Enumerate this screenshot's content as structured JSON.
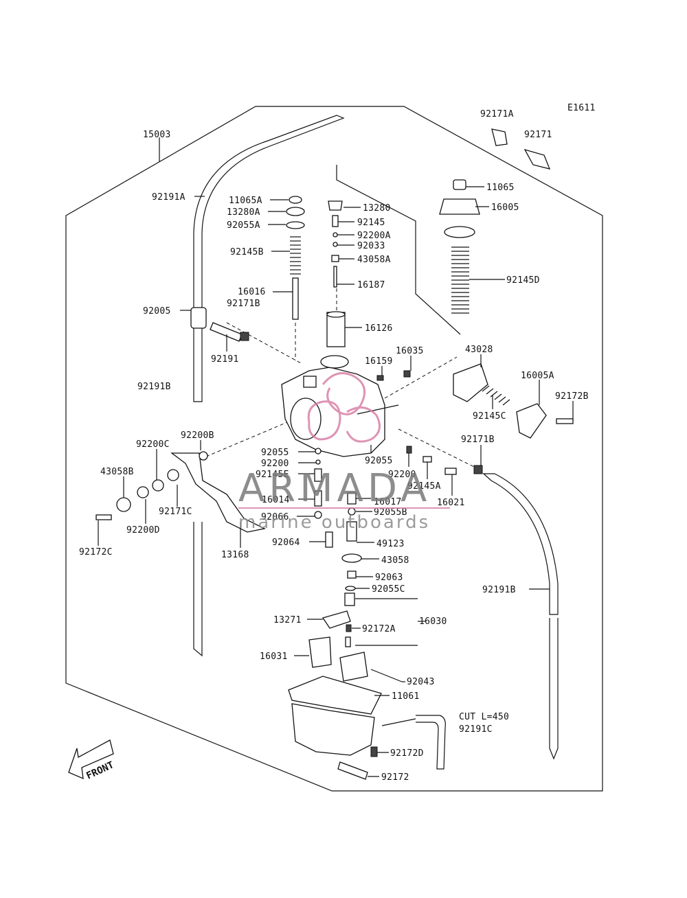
{
  "diagram_code": "E1611",
  "watermark": {
    "brand": "ARMADA",
    "tagline": "marine outboards"
  },
  "front_label": "FRONT",
  "cut_note": "CUT L=450",
  "labels": {
    "l15003": "15003",
    "l92171A": "92171A",
    "l92171": "92171",
    "l92191A": "92191A",
    "l11065A": "11065A",
    "l13280A": "13280A",
    "l92055A": "92055A",
    "l92145B": "92145B",
    "l16016": "16016",
    "l92171B_top": "92171B",
    "l92005": "92005",
    "l92191": "92191",
    "l92191B_left": "92191B",
    "l13280": "13280",
    "l92145": "92145",
    "l92200A": "92200A",
    "l92033": "92033",
    "l43058A": "43058A",
    "l16187": "16187",
    "l16126": "16126",
    "l11065": "11065",
    "l16005": "16005",
    "l92145D": "92145D",
    "l16035": "16035",
    "l16159": "16159",
    "l43028": "43028",
    "l16005A": "16005A",
    "l92172B": "92172B",
    "l92145C": "92145C",
    "l92200B": "92200B",
    "l92200C": "92200C",
    "l43058B": "43058B",
    "l92055_l": "92055",
    "l92200_l": "92200",
    "l92145E": "92145E",
    "l92055_r": "92055",
    "l92171B_r": "92171B",
    "l92200_r": "92200",
    "l92145A": "92145A",
    "l16021": "16021",
    "l16014": "16014",
    "l16017": "16017",
    "l92055B": "92055B",
    "l92066": "92066",
    "l92171C": "92171C",
    "l92200D": "92200D",
    "l92172C": "92172C",
    "l13168": "13168",
    "l92064": "92064",
    "l49123": "49123",
    "l43058": "43058",
    "l92063": "92063",
    "l92055C": "92055C",
    "l92191B_right": "92191B",
    "l13271": "13271",
    "l92172A": "92172A",
    "l16030": "16030",
    "l16031": "16031",
    "l92043": "92043",
    "l11061": "11061",
    "l92191C": "92191C",
    "l92172D": "92172D",
    "l92172": "92172"
  }
}
